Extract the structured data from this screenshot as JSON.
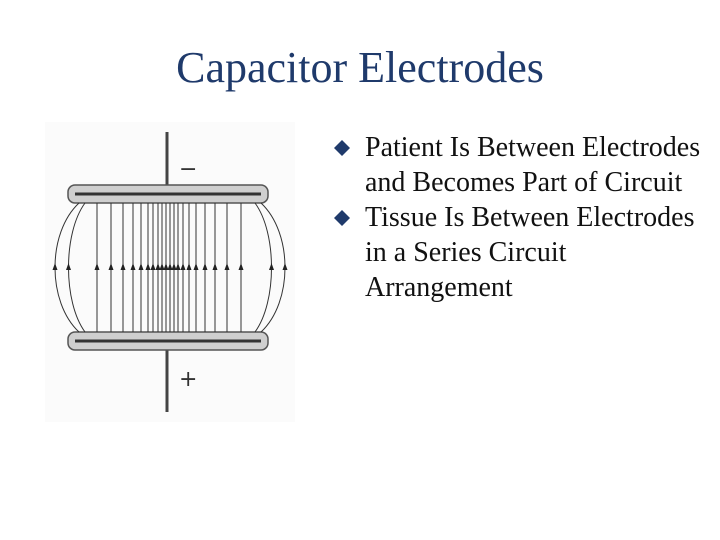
{
  "slide": {
    "title": "Capacitor Electrodes",
    "figure": {
      "top_sign": "−",
      "bottom_sign": "+"
    },
    "bullets": [
      {
        "text": "Patient Is Between Electrodes and Becomes Part of Circuit"
      },
      {
        "text": "Tissue Is Between Electrodes in a Series Circuit Arrangement"
      }
    ],
    "colors": {
      "title": "#1f3a6b",
      "bullet_marker": "#1f3a6b",
      "text": "#111111"
    },
    "icons": {
      "bullet": "diamond-bullet-icon"
    }
  }
}
